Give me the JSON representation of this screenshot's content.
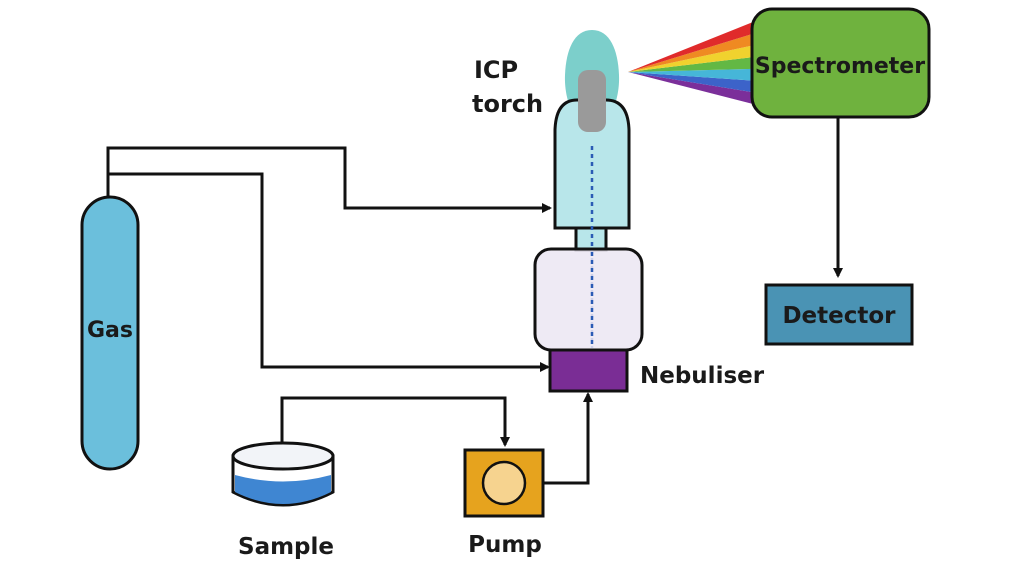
{
  "diagram": {
    "labels": {
      "gas": "Gas",
      "icp_torch_line1": "ICP",
      "icp_torch_line2": "torch",
      "spectrometer": "Spectrometer",
      "detector": "Detector",
      "nebuliser": "Nebuliser",
      "sample": "Sample",
      "pump": "Pump"
    },
    "colors": {
      "gas_cylinder": "#6bbfdc",
      "torch_body": "#b8e6ea",
      "torch_flame": "#7ccfcb",
      "torch_core": "#9a9a9a",
      "spray_chamber": "#ebe6f2",
      "nebuliser": "#7a2d95",
      "spectrometer": "#6fb23e",
      "detector": "#4a93b4",
      "pump": "#e6a31e",
      "pump_rotor": "#f6d38f",
      "sample_liquid": "#3f86d2",
      "flow_lines": "#111111",
      "spectrum": [
        "#7b2f9a",
        "#3c63c9",
        "#46b6d8",
        "#63b844",
        "#f0d22e",
        "#ef8a22",
        "#e02b2b"
      ]
    },
    "icons": {
      "light_beam": "rainbow-spectrum",
      "flow": "arrow"
    }
  }
}
